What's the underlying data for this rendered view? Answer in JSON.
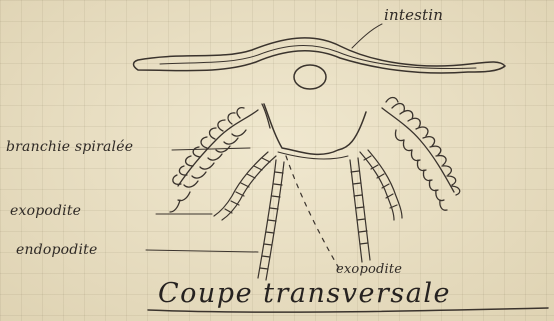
{
  "labels": {
    "intestin": "intestin",
    "branchie": "branchie spiralée",
    "exopodite": "exopodite",
    "endopodite": "endopodite",
    "exopodite_right": "exopodite"
  },
  "caption": "Coupe transversale",
  "colors": {
    "paper": "#e8dec2",
    "ink": "#2f2a26"
  }
}
